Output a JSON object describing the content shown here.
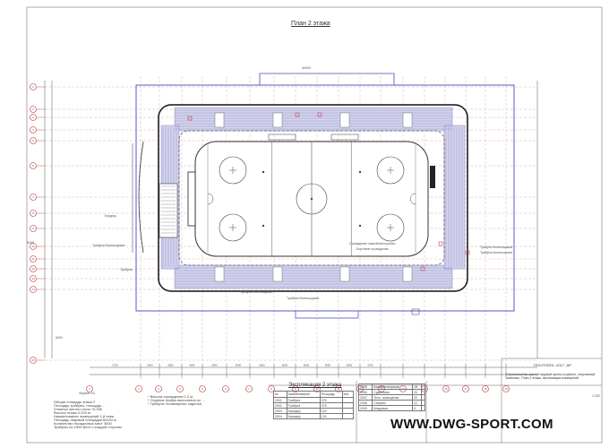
{
  "drawing": {
    "title": "План 2 этажа",
    "explication_title": "Экспликация 2 этажа",
    "code": "ЛСК-РП20% -2017 -АР",
    "description": "Строительство крытой ледовой арены в районе, спортивный комплекс, План 2 этажа, экспликация помещений",
    "stamp_label": "Формат А3",
    "scale": "1:200"
  },
  "watermark": "WWW.DWG-SPORT.COM",
  "callouts": {
    "left_top": "Бордюр",
    "left_mid": "Трибуны",
    "left_low": "Трибуна болельщиков",
    "right_top": "Трибуна болельщиков",
    "right_low": "Трибуна болельщиков",
    "ice_note": "Ограждение хоккейной коробки",
    "ice_note2": "Бортовое ограждение",
    "bottom_a": "Трибуна болельщиков",
    "bottom_b": "Трибуна болельщиков"
  },
  "row_axes": [
    "1",
    "2",
    "3",
    "4",
    "5",
    "6",
    "7",
    "8",
    "9",
    "10",
    "11",
    "12",
    "13",
    "14",
    "15"
  ],
  "col_axes": [
    "1",
    "2",
    "3",
    "4",
    "5",
    "6",
    "7",
    "8",
    "9",
    "10",
    "11",
    "12",
    "13",
    "14",
    "15",
    "16",
    "17",
    "18",
    "19",
    "20",
    "21",
    "22",
    "23"
  ],
  "dimensions": {
    "top_total": "60000",
    "bottom_main": "6000",
    "left_main": "6000",
    "bottom_segments": [
      "3750",
      "6000",
      "6000",
      "6000",
      "6000",
      "6000",
      "6000",
      "6000",
      "6000",
      "6000",
      "6000",
      "3750"
    ]
  },
  "notes": [
    "Общая площадь этажа 2",
    "Площадь трибуны, площадь ...",
    "Отметка чистого пола +6.000",
    "Высота этажа 4.200 м",
    "Наименование помещений 1-й этаж",
    "Площадь ледовой площадки 60х30 м",
    "Количество посадочных мест 3000",
    "Трибуны на 1500 мест с каждой стороны"
  ],
  "notes_center": [
    "* Высота ограждения 1.2 м",
    "* Отделка трибун выполнена по ...",
    "* Трибуна: полимерные сиденья"
  ],
  "explication_table": {
    "headers": [
      "№",
      "Наименование",
      "Площадь",
      "Кат."
    ],
    "rows": [
      [
        "2001",
        "Трибуна",
        "375",
        ""
      ],
      [
        "2002",
        "Трибуна",
        "375",
        ""
      ],
      [
        "2003",
        "Коридор",
        "124",
        ""
      ],
      [
        "2004",
        "Коридор",
        "124",
        ""
      ]
    ],
    "rows_right": [
      [
        "2005",
        "Комментаторская",
        "18",
        ""
      ],
      [
        "2006",
        "Судейская",
        "24",
        ""
      ],
      [
        "2007",
        "Техн. помещение",
        "32",
        ""
      ],
      [
        "2008",
        "Санузел",
        "12",
        ""
      ],
      [
        "2009",
        "Кладовая",
        "9",
        ""
      ]
    ]
  }
}
